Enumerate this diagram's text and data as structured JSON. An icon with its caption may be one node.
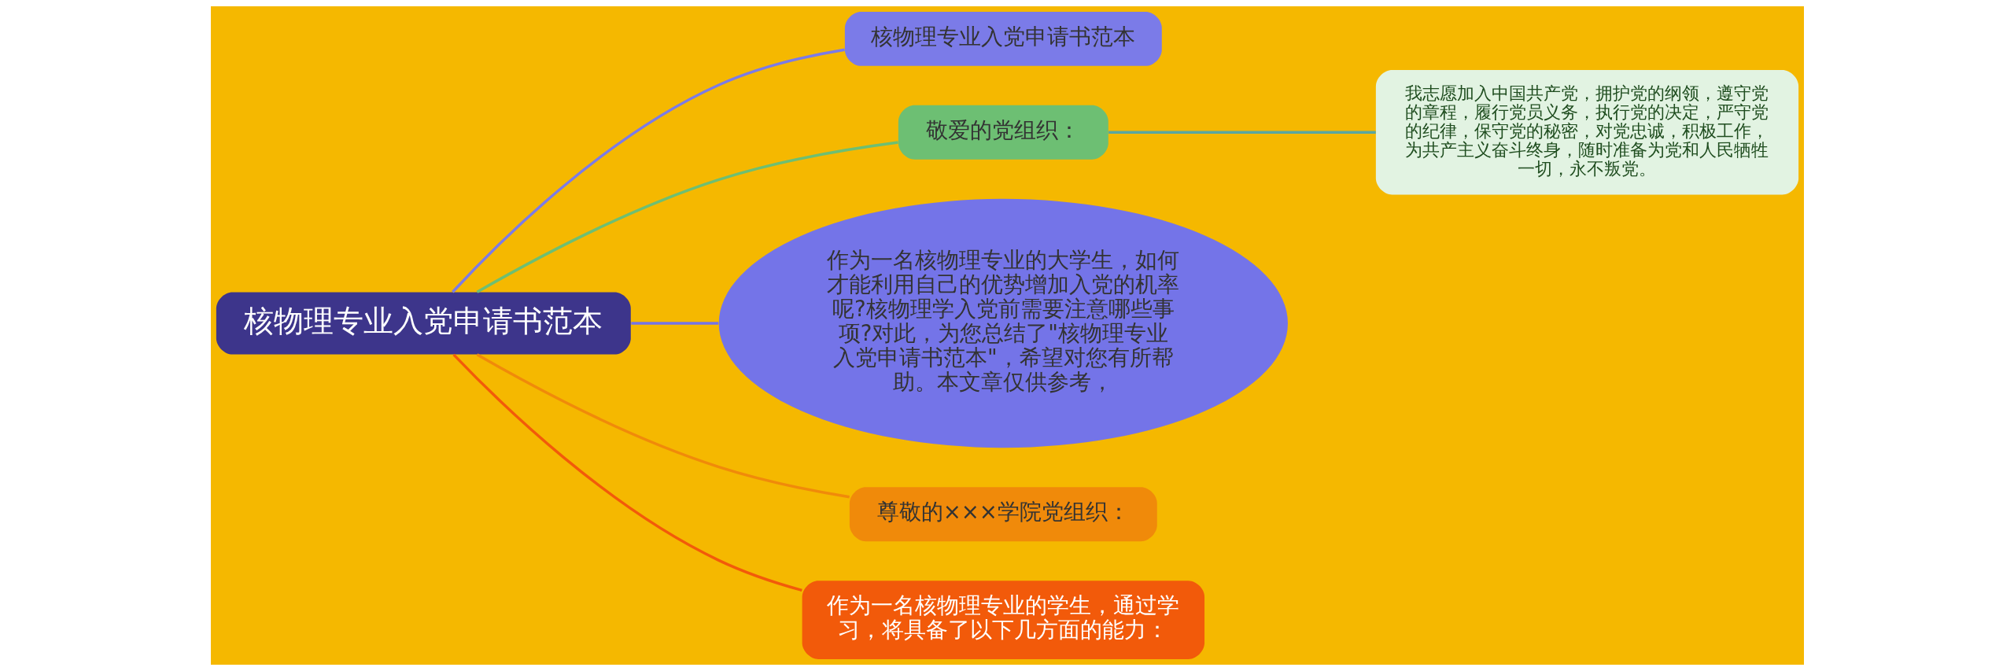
{
  "diagram": {
    "nodes": [
      {
        "text": [
          "核物理专业入党申请书范本"
        ]
      },
      {
        "text": [
          "核物理专业入党申请书范本"
        ]
      },
      {
        "text": [
          "敬爱的党组织："
        ]
      },
      {
        "text": [
          "我志愿加入中国共产党，拥护党的纲领，遵守党的章程，履行党员义务，执行党的决定，严守党的纪律，保守党的秘密，对党忠诚，积极工作，为共产主义奋斗终身，随时准备为党和人民牺牲一切，永不叛党。"
        ]
      },
      {
        "text": [
          "作为一名核物理专业的大学生，如何才能利用自己的优势增加入党的机率呢?核物理学入党前需要注意哪些事项?对此，为您总结了\"核物理专业入党申请书范本\"，希望对您有所帮助。本文章仅供参考，"
        ]
      },
      {
        "text": [
          "尊敬的×××学院党组织："
        ]
      },
      {
        "text": [
          "作为一名核物理专业的学生，通过学习，将具备了以下几方面的能力："
        ]
      }
    ],
    "edges": [
      {
        "from": 0,
        "to": 4,
        "arrow": "none",
        "color": "#7474e8"
      },
      {
        "from": 0,
        "to": 1,
        "arrow": "none",
        "color": "#7b7be8"
      },
      {
        "from": 0,
        "to": 5,
        "arrow": "none",
        "color": "#f08a0a"
      },
      {
        "from": 0,
        "to": 2,
        "arrow": "none",
        "color": "#6dbf73"
      },
      {
        "from": 2,
        "to": 3,
        "arrow": "none",
        "color": "#5aa7a0"
      },
      {
        "from": 0,
        "to": 6,
        "arrow": "none",
        "color": "#f25a0a"
      }
    ]
  }
}
